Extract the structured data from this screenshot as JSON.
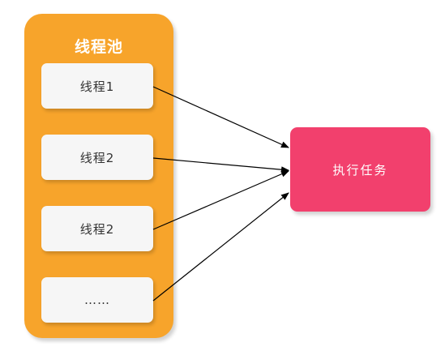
{
  "diagram": {
    "pool_title": "线程池",
    "threads": [
      {
        "label": "线程1"
      },
      {
        "label": "线程2"
      },
      {
        "label": "线程2"
      },
      {
        "label": "……"
      }
    ],
    "task_label": "执行任务"
  },
  "colors": {
    "pool": "#f7a42b",
    "thread": "#f6f6f6",
    "task": "#f2406d",
    "arrow": "#000000"
  }
}
